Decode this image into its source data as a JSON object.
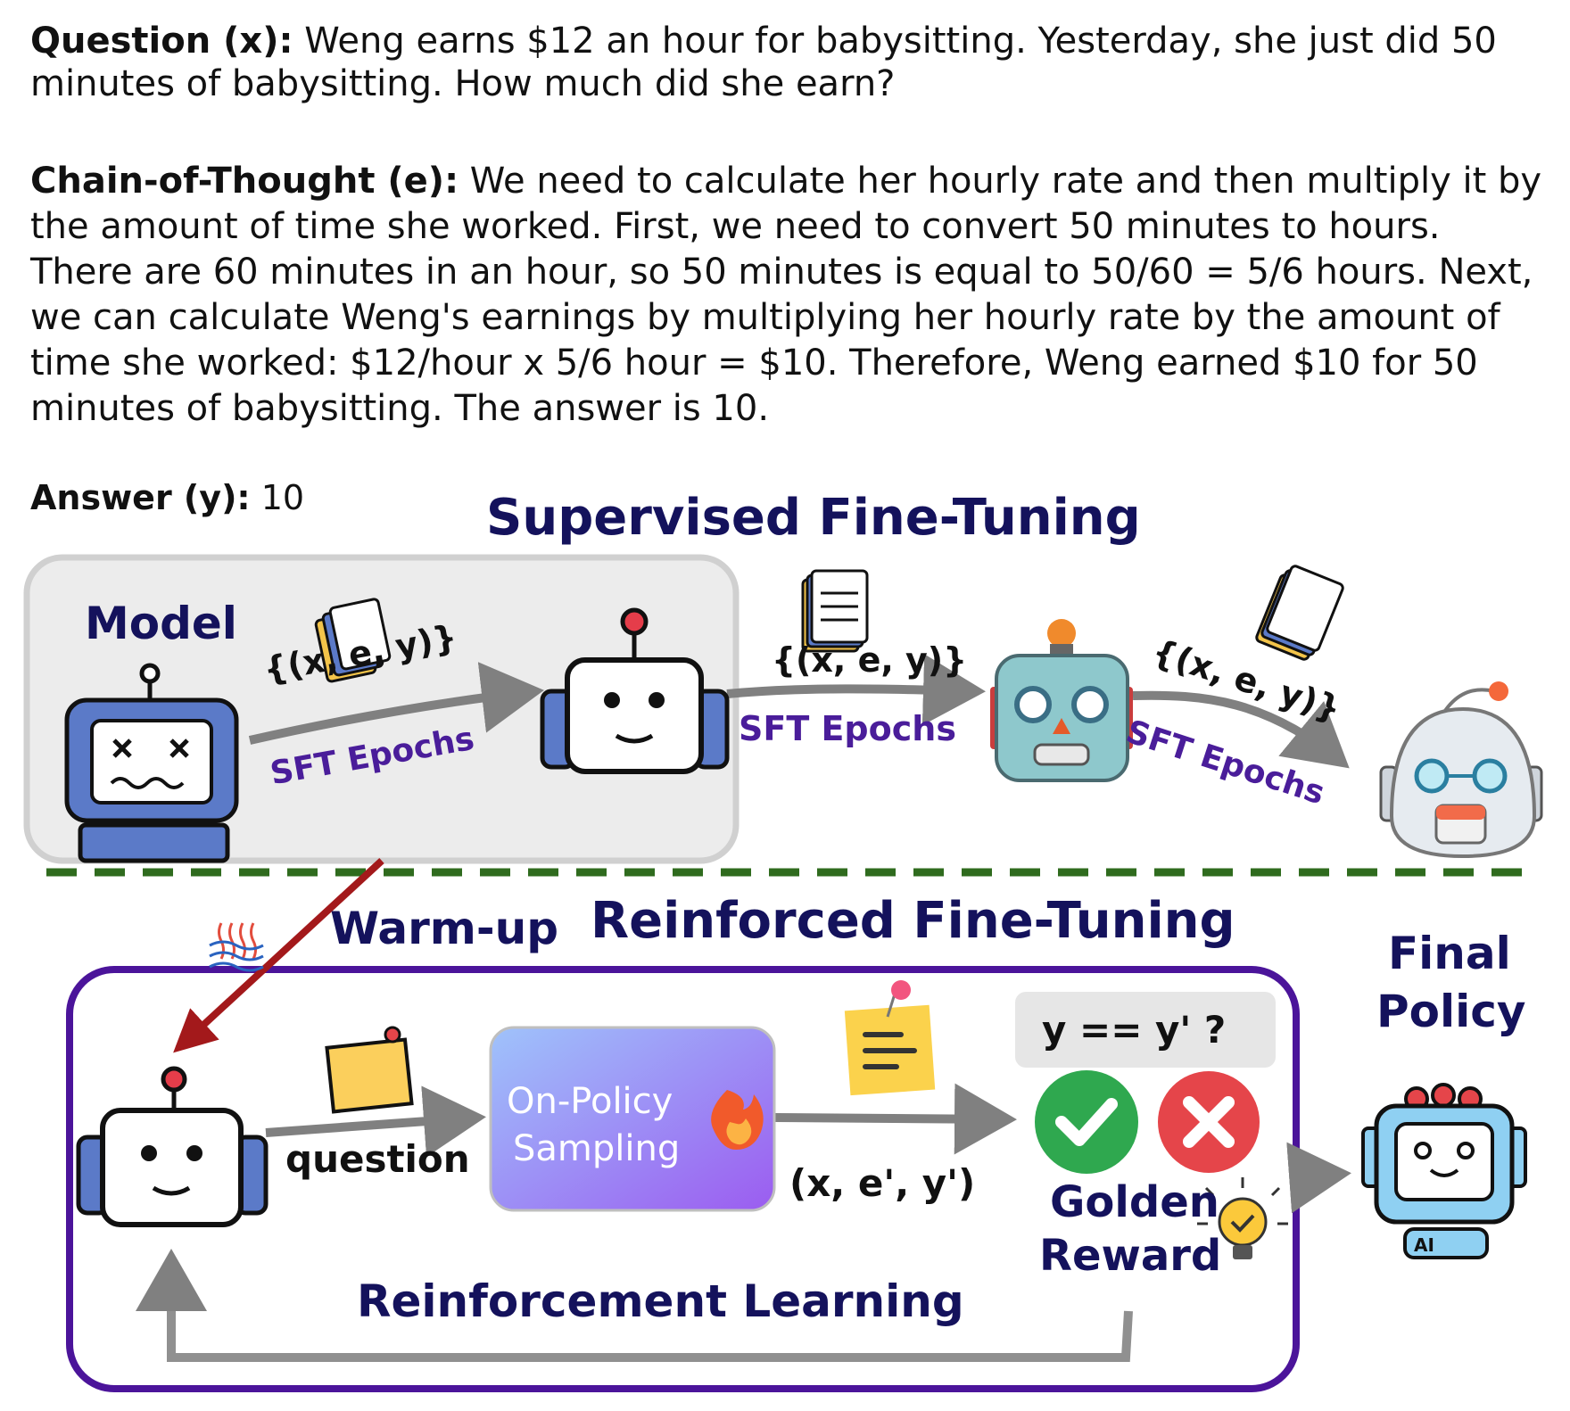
{
  "question": {
    "label": "Question (x):",
    "text": "Weng earns $12 an hour for babysitting. Yesterday, she just did 50 minutes of babysitting. How much did she earn?"
  },
  "cot": {
    "label": "Chain-of-Thought (e):",
    "text": "We need to calculate her hourly rate and then multiply it by the amount of time she worked. First, we need to convert 50 minutes to hours. There are 60 minutes in an hour, so 50 minutes is equal to 50/60 = 5/6 hours. Next, we can calculate Weng's earnings by multiplying her hourly rate by the amount of time she worked:  $12/hour x 5/6 hour = $10. Therefore, Weng earned $10 for 50 minutes of babysitting. The answer is 10."
  },
  "answer": {
    "label": "Answer (y):",
    "value": "10"
  },
  "sft": {
    "title": "Supervised Fine-Tuning",
    "model_label": "Model",
    "triple": "{(x, e, y)}",
    "epochs_label": "SFT Epochs"
  },
  "rft": {
    "warmup_label": "Warm-up",
    "title": "Reinforced Fine-Tuning",
    "question_label": "question",
    "sampling_label_1": "On-Policy",
    "sampling_label_2": "Sampling",
    "sample_triple": "(x, e', y')",
    "check_label": "y == y' ?",
    "reward_label_1": "Golden",
    "reward_label_2": "Reward",
    "rl_label": "Reinforcement Learning",
    "final_label_1": "Final",
    "final_label_2": "Policy"
  },
  "colors": {
    "navy": "#14125c",
    "purple_text": "#4a1d9a",
    "rl_border": "#4b149a",
    "divider": "#2f6b1e",
    "warmup_arrow": "#a3191b",
    "check_green": "#2fa84f",
    "cross_red": "#e5454a"
  },
  "icons": [
    "document-icon",
    "robot-icon",
    "sticky-note-icon",
    "fire-icon",
    "steam-icon",
    "check-icon",
    "cross-icon",
    "lightbulb-icon"
  ]
}
